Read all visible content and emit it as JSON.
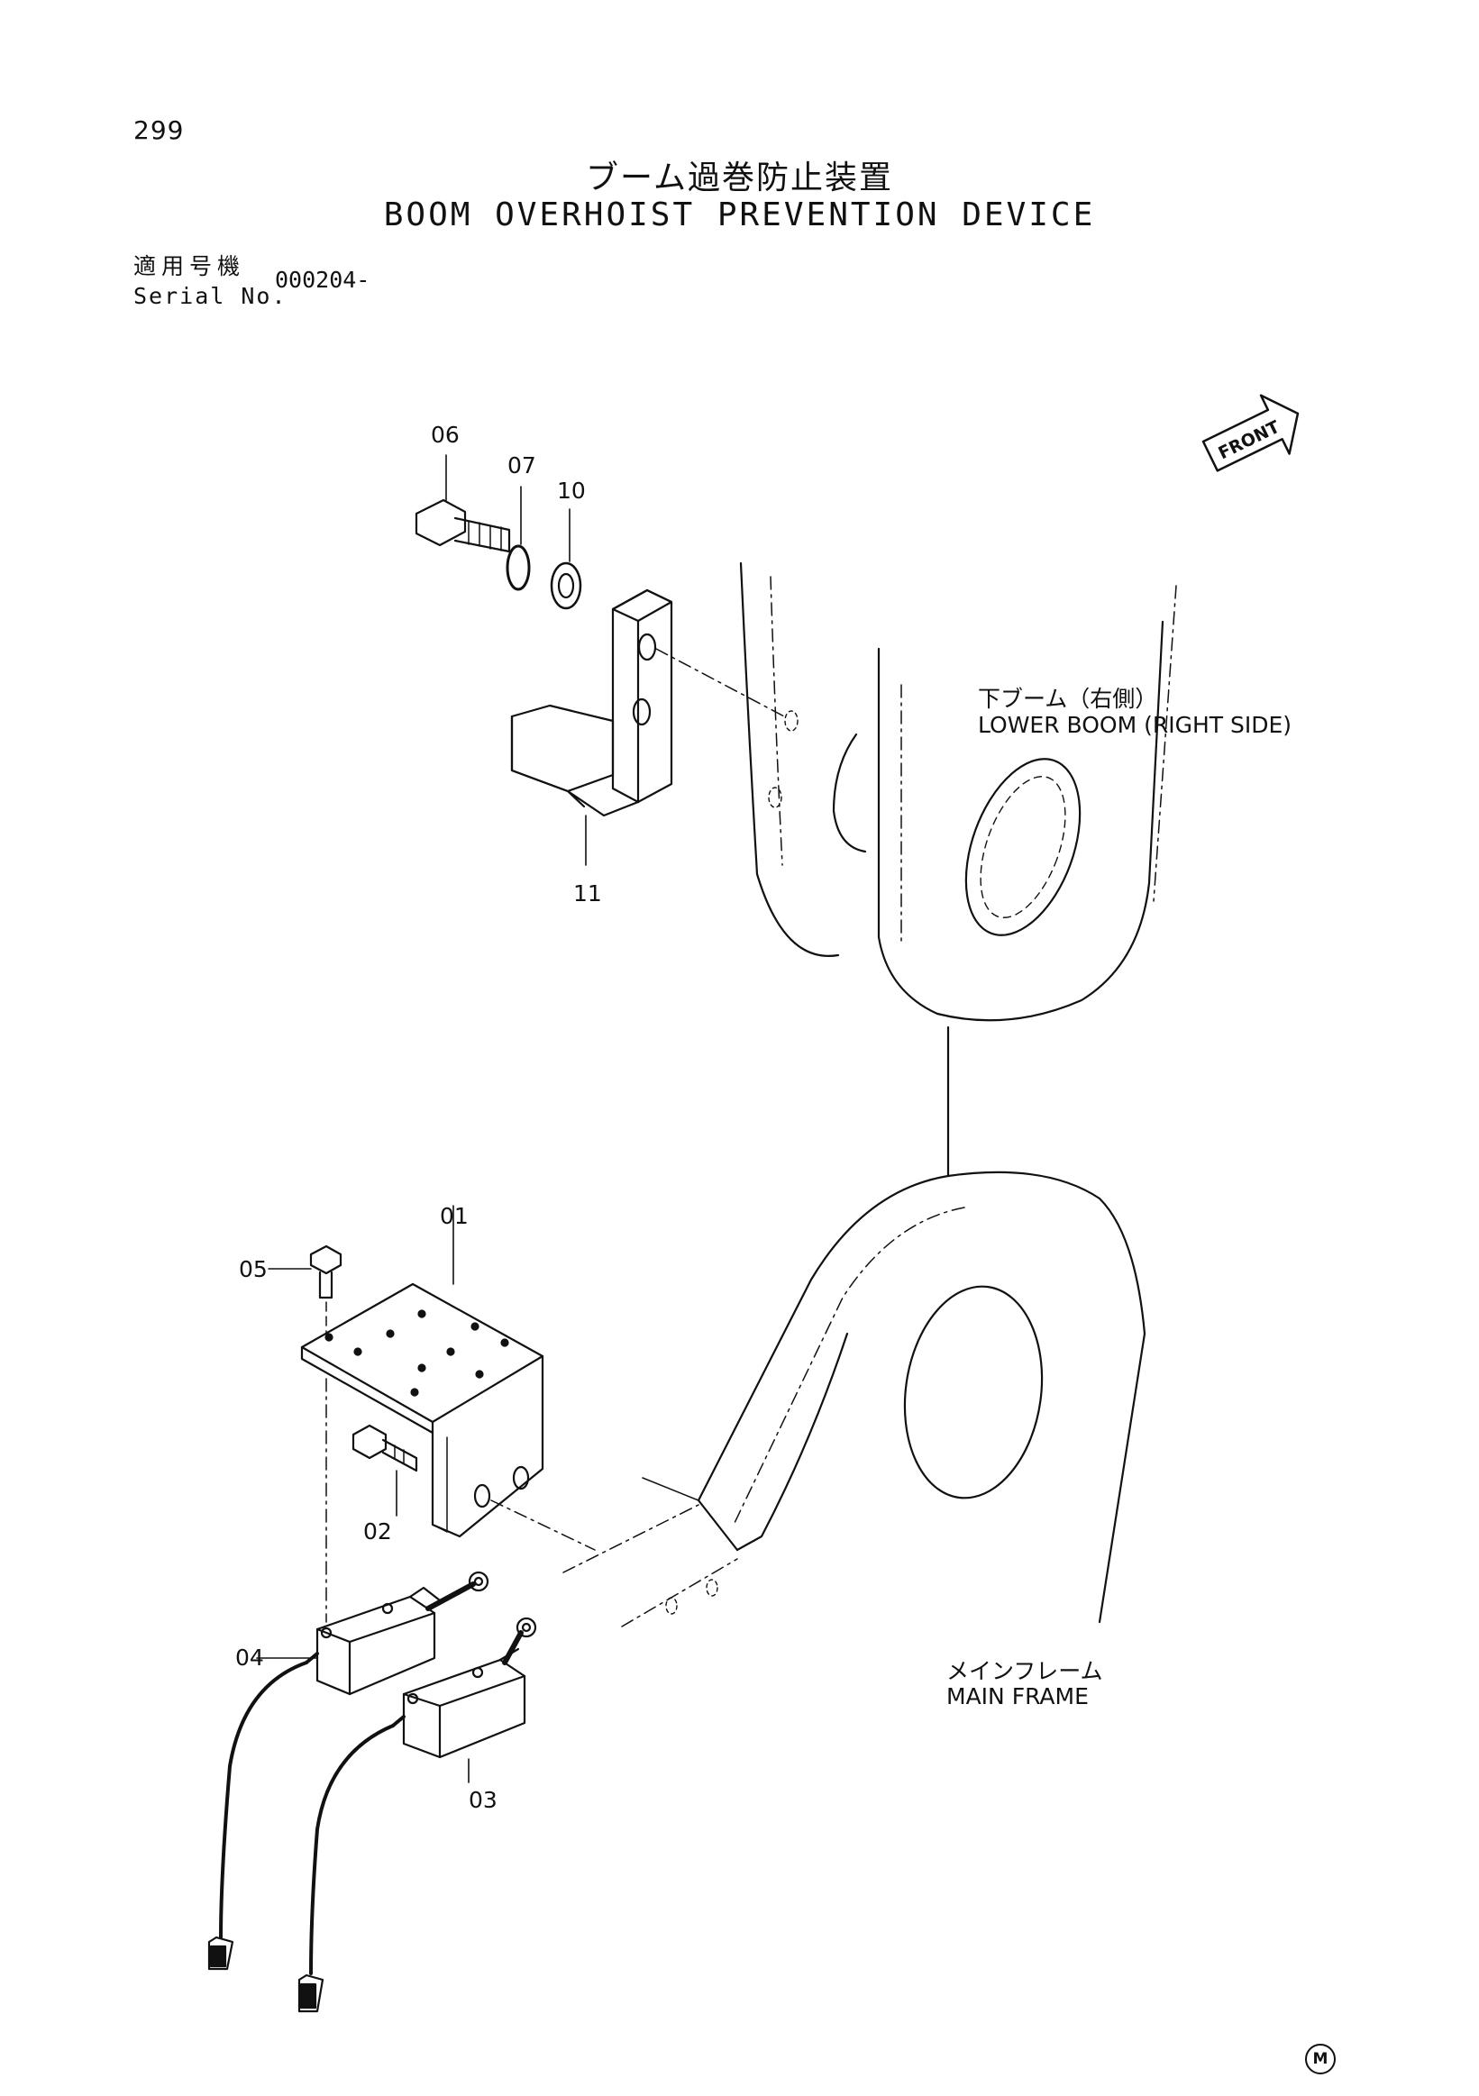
{
  "page_number": "299",
  "title_jp": "ブーム過巻防止装置",
  "title_en": "BOOM OVERHOIST PREVENTION DEVICE",
  "serial": {
    "label_jp": "適用号機",
    "label_en": "Serial No.",
    "value": "000204-"
  },
  "front_label": "FRONT",
  "labels": {
    "lower_boom_jp": "下ブーム（右側）",
    "lower_boom_en": "LOWER BOOM (RIGHT SIDE)",
    "main_frame_jp": "メインフレーム",
    "main_frame_en": "MAIN FRAME"
  },
  "callouts": {
    "c06": "06",
    "c07": "07",
    "c10": "10",
    "c11": "11",
    "c01": "01",
    "c05": "05",
    "c02": "02",
    "c04": "04",
    "c03": "03"
  },
  "mark": "M"
}
